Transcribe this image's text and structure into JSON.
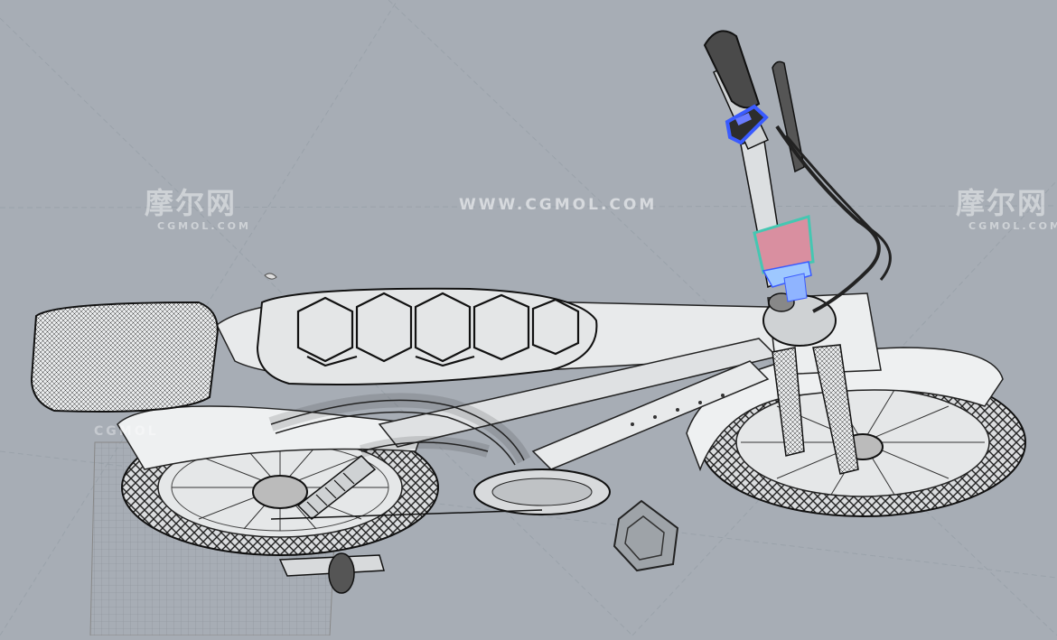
{
  "watermarks": {
    "brand_cn": "摩尔网",
    "brand_sub": "CGMOL.COM",
    "url": "WWW.CGMOL.COM",
    "faint": "CGMOL"
  },
  "colors": {
    "background": "#a7adb5",
    "wire": "#2b2b2b",
    "surface": "#e6e8ea",
    "display_outline": "#3a5bff",
    "headlight_lens": "#d98fa0",
    "accent_teal": "#45c7b2"
  },
  "icons": {
    "cursor_crosshair": "crosshair-icon"
  }
}
